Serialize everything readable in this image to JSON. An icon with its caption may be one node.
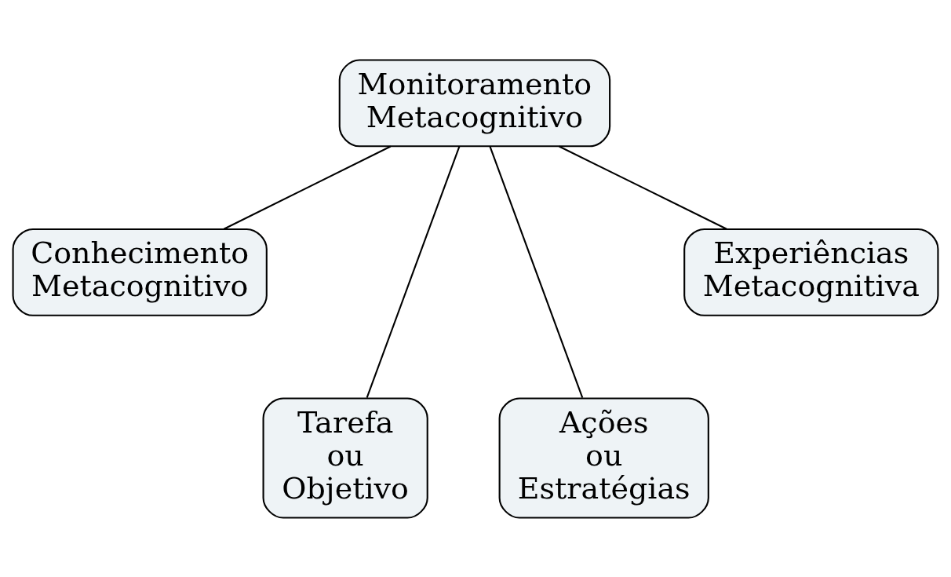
{
  "diagram": {
    "nodes": [
      {
        "text": [
          "Monitoramento Metacognitivo"
        ]
      },
      {
        "text": [
          "Conhecimento Metacognitivo"
        ]
      },
      {
        "text": [
          "Tarefa ou Objetivo"
        ]
      },
      {
        "text": [
          "Ações ou Estratégias"
        ]
      },
      {
        "text": [
          "Experiências Metacognitiva"
        ]
      }
    ],
    "edges": [
      {
        "from": 0,
        "to": 1,
        "arrow": "none"
      },
      {
        "from": 0,
        "to": 2,
        "arrow": "none"
      },
      {
        "from": 0,
        "to": 3,
        "arrow": "none"
      },
      {
        "from": 0,
        "to": 4,
        "arrow": "none"
      }
    ]
  }
}
